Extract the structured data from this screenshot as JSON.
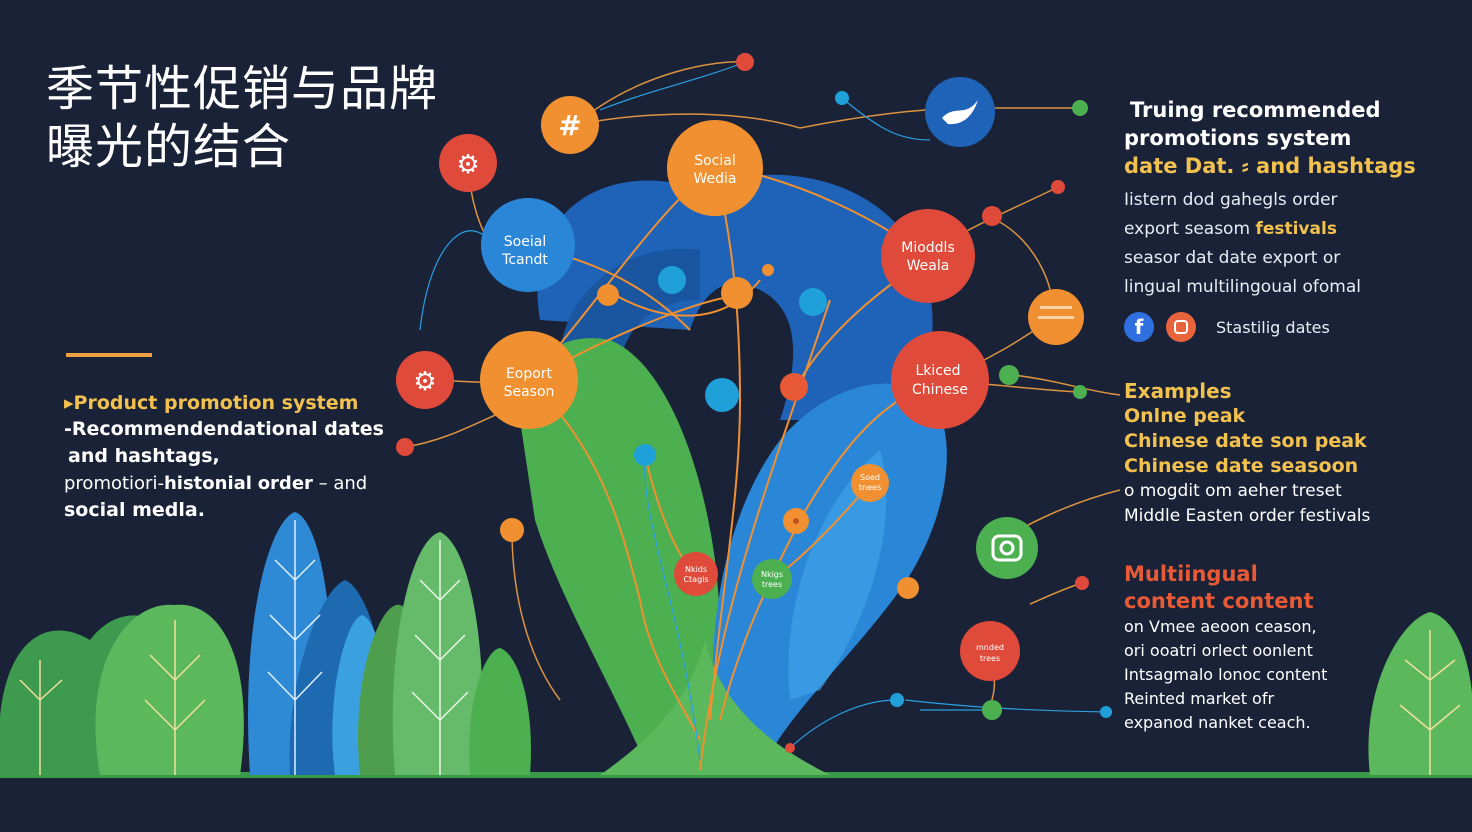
{
  "title": {
    "line1": "季节性促销与品牌",
    "line2": "曝光的结合"
  },
  "left": {
    "heading": "Product promotion system",
    "line2": "-Recommendendational dates",
    "line3": "and hashtags,",
    "line4_a": "promotiori-",
    "line4_b": "histonial",
    "line4_c": "order",
    "line4_d": " – and",
    "line5": "social medla."
  },
  "right": {
    "head1": "Truing recommended",
    "head2": "promotions system",
    "head3": "date Dat. ⸗ and hashtags",
    "line1": "Iistern dod gahegls order",
    "line2_a": "export seasom ",
    "line2_b": "festivals",
    "line3": "seasor dat date export or",
    "line4": "lingual multilingoual ofomal",
    "social_label": "Stastilig dates",
    "fb_glyph": "f"
  },
  "examples": {
    "heading": "Examples",
    "line1": "Onlne peak",
    "line2": "Chinese date son peak",
    "line3": "Chinese date seasoon",
    "line4": "o mogdit om aeher treset",
    "line5": "Middle Easten order festivals"
  },
  "multilingual": {
    "heading1": "Multiingual",
    "heading2": "content content",
    "line1": "on Vmee aeoon ceason,",
    "line2": "ori ooatri orlect oonlent",
    "line3": "Intsagmalo lonoc content",
    "line4": "Reinted market ofr",
    "line5": "expanod nanket ceach."
  },
  "nodes": {
    "social_media": {
      "l1": "Social",
      "l2": "Wedia"
    },
    "social_trends": {
      "l1": "Soeial",
      "l2": "Tcandt"
    },
    "middle_media": {
      "l1": "Mioddls",
      "l2": "Weala"
    },
    "export_season": {
      "l1": "Eoport",
      "l2": "Season"
    },
    "linked_chinese": {
      "l1": "Lkiced",
      "l2": "Chinese"
    },
    "small_red": {
      "l1": "Nkids",
      "l2": "Ctagis"
    },
    "small_red2": {
      "l1": "mnded",
      "l2": "trees"
    },
    "small_green": {
      "l1": "Nkigs",
      "l2": "trees"
    },
    "small_orange": {
      "l1": "Soed",
      "l2": "tnees"
    }
  },
  "colors": {
    "background": "#1a2238",
    "accent_yellow": "#f2c14e",
    "orange": "#f09030",
    "red": "#e04a3a",
    "blue": "#2a7fd6",
    "green": "#4caf50",
    "teal": "#1fa0d8"
  },
  "icons": [
    "gear-icon",
    "hashtag-icon",
    "bird-icon",
    "facebook-icon",
    "instagram-icon",
    "camera-icon"
  ]
}
